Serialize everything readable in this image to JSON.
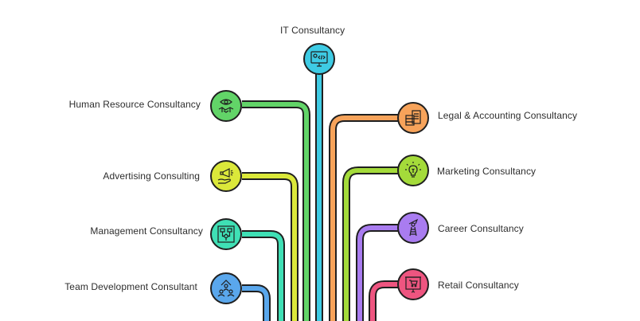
{
  "nodes": {
    "it": {
      "label": "IT Consultancy",
      "color": "#3ecbe4",
      "icon": "monitor-code-icon"
    },
    "hr": {
      "label": "Human Resource Consultancy",
      "color": "#62d468",
      "icon": "eye-handshake-icon"
    },
    "advertising": {
      "label": "Advertising Consulting",
      "color": "#dbe83a",
      "icon": "megaphone-hand-icon"
    },
    "management": {
      "label": "Management Consultancy",
      "color": "#3fe0b5",
      "icon": "flowchart-icon"
    },
    "team": {
      "label": "Team Development Consultant",
      "color": "#5aa7ec",
      "icon": "team-people-icon"
    },
    "legal": {
      "label": "Legal & Accounting Consultancy",
      "color": "#f7a35a",
      "icon": "document-stack-icon"
    },
    "marketing": {
      "label": "Marketing Consultancy",
      "color": "#a4db3a",
      "icon": "lightbulb-icon"
    },
    "career": {
      "label": "Career Consultancy",
      "color": "#a97cf0",
      "icon": "career-ladder-icon"
    },
    "retail": {
      "label": "Retail Consultancy",
      "color": "#ee5580",
      "icon": "shopping-cart-board-icon"
    }
  }
}
